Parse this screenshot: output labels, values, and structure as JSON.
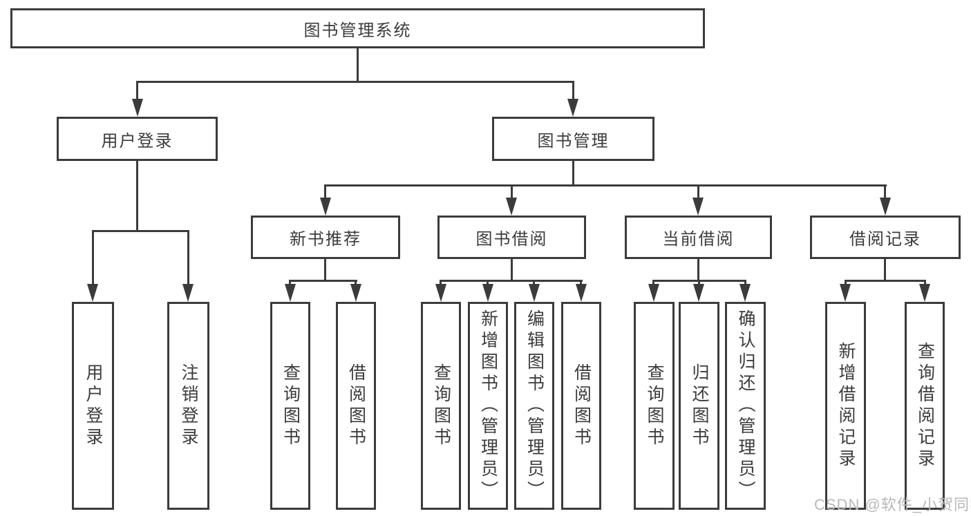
{
  "colors": {
    "line": "#3b3b3b",
    "text": "#3b3b3b",
    "box_background": "#ffffff",
    "page_background": "#ffffff",
    "watermark": "#b8b8b8"
  },
  "watermark": "CSDN @软件_小贺同学",
  "tree": {
    "root": {
      "label": "图书管理系统"
    },
    "branches": [
      {
        "label": "用户登录",
        "children": [
          {
            "label": "用户登录"
          },
          {
            "label": "注销登录"
          }
        ]
      },
      {
        "label": "图书管理",
        "children": [
          {
            "label": "新书推荐",
            "children": [
              {
                "label": "查询图书"
              },
              {
                "label": "借阅图书"
              }
            ]
          },
          {
            "label": "图书借阅",
            "children": [
              {
                "label": "查询图书"
              },
              {
                "label": "新增图书（管理员）"
              },
              {
                "label": "编辑图书（管理员）"
              },
              {
                "label": "借阅图书"
              }
            ]
          },
          {
            "label": "当前借阅",
            "children": [
              {
                "label": "查询图书"
              },
              {
                "label": "归还图书"
              },
              {
                "label": "确认归还（管理员）"
              }
            ]
          },
          {
            "label": "借阅记录",
            "children": [
              {
                "label": "新增借阅记录"
              },
              {
                "label": "查询借阅记录"
              }
            ]
          }
        ]
      }
    ]
  }
}
